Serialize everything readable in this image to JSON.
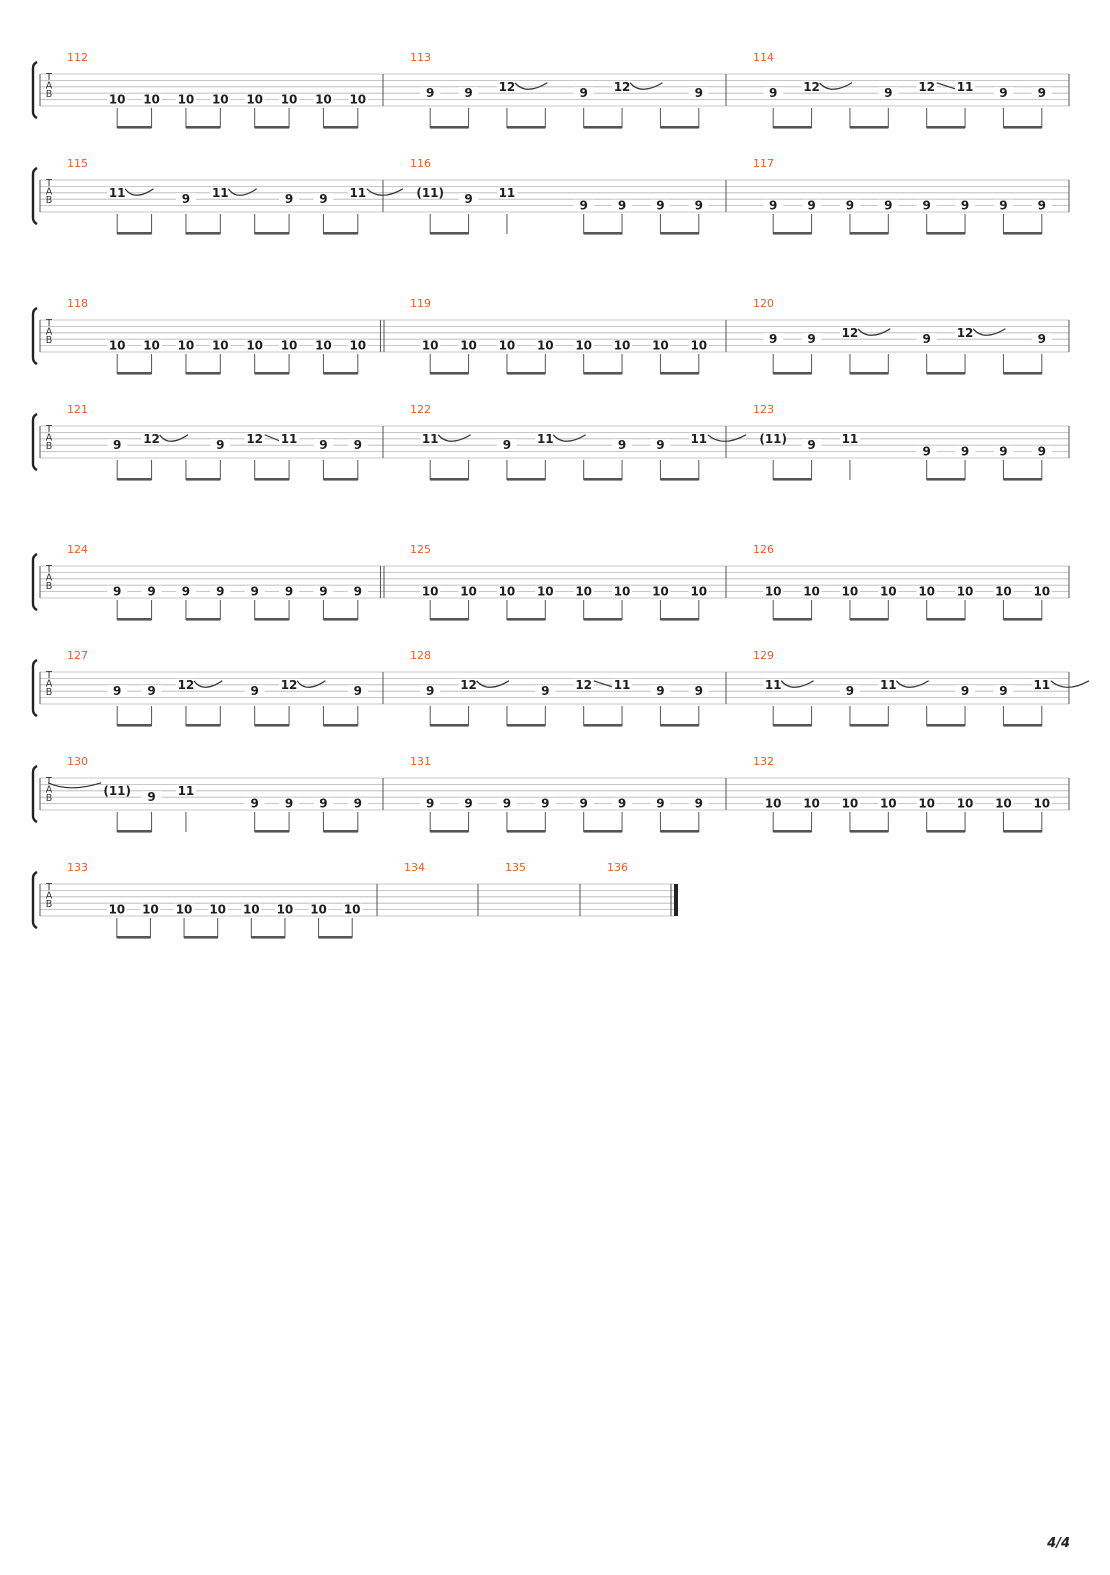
{
  "document": {
    "page_number": "4/4",
    "tab_clef": [
      "T",
      "A",
      "B"
    ]
  },
  "colors": {
    "measure_number": "#ee5a24",
    "staff_line": "#b5b5b5",
    "barline": "#555555",
    "fret_text": "#1e1e1e",
    "beam": "#555555",
    "bracket": "#222222"
  },
  "systems": [
    {
      "measures": [
        {
          "number": "112",
          "notes": [
            {
              "fret": "10",
              "string": 5
            },
            {
              "fret": "10",
              "string": 5
            },
            {
              "fret": "10",
              "string": 5
            },
            {
              "fret": "10",
              "string": 5
            },
            {
              "fret": "10",
              "string": 5
            },
            {
              "fret": "10",
              "string": 5
            },
            {
              "fret": "10",
              "string": 5
            },
            {
              "fret": "10",
              "string": 5
            }
          ]
        },
        {
          "number": "113",
          "notes": [
            {
              "fret": "9",
              "string": 4
            },
            {
              "fret": "9",
              "string": 4
            },
            {
              "fret": "12",
              "string": 3,
              "tie": true
            },
            {
              "fret": "",
              "string": 3,
              "tied_rest": true
            },
            {
              "fret": "9",
              "string": 4
            },
            {
              "fret": "12",
              "string": 3,
              "tie": true
            },
            {
              "fret": "",
              "string": 3,
              "tied_rest": true
            },
            {
              "fret": "9",
              "string": 4
            }
          ]
        },
        {
          "number": "114",
          "notes": [
            {
              "fret": "9",
              "string": 4
            },
            {
              "fret": "12",
              "string": 3,
              "tie": true
            },
            {
              "fret": "",
              "string": 3,
              "tied_rest": true
            },
            {
              "fret": "9",
              "string": 4
            },
            {
              "fret": "12",
              "string": 3,
              "slide": true
            },
            {
              "fret": "11",
              "string": 3
            },
            {
              "fret": "9",
              "string": 4
            },
            {
              "fret": "9",
              "string": 4
            }
          ]
        }
      ]
    },
    {
      "measures": [
        {
          "number": "115",
          "notes": [
            {
              "fret": "11",
              "string": 3,
              "tie": true
            },
            {
              "fret": "",
              "string": 3,
              "tied_rest": true
            },
            {
              "fret": "9",
              "string": 4
            },
            {
              "fret": "11",
              "string": 3,
              "tie": true
            },
            {
              "fret": "",
              "string": 3,
              "tied_rest": true
            },
            {
              "fret": "9",
              "string": 4
            },
            {
              "fret": "9",
              "string": 4
            },
            {
              "fret": "11",
              "string": 3,
              "tie_next": true
            }
          ]
        },
        {
          "number": "116",
          "notes": [
            {
              "fret": "(11)",
              "string": 3
            },
            {
              "fret": "9",
              "string": 4
            },
            {
              "fret": "11",
              "string": 3,
              "quarter": true
            },
            {
              "fret": "9",
              "string": 5
            },
            {
              "fret": "9",
              "string": 5
            },
            {
              "fret": "9",
              "string": 5
            },
            {
              "fret": "9",
              "string": 5
            }
          ]
        },
        {
          "number": "117",
          "notes": [
            {
              "fret": "9",
              "string": 5
            },
            {
              "fret": "9",
              "string": 5
            },
            {
              "fret": "9",
              "string": 5
            },
            {
              "fret": "9",
              "string": 5
            },
            {
              "fret": "9",
              "string": 5
            },
            {
              "fret": "9",
              "string": 5
            },
            {
              "fret": "9",
              "string": 5
            },
            {
              "fret": "9",
              "string": 5
            }
          ]
        }
      ]
    },
    {
      "measures": [
        {
          "number": "118",
          "notes": [
            {
              "fret": "10",
              "string": 5
            },
            {
              "fret": "10",
              "string": 5
            },
            {
              "fret": "10",
              "string": 5
            },
            {
              "fret": "10",
              "string": 5
            },
            {
              "fret": "10",
              "string": 5
            },
            {
              "fret": "10",
              "string": 5
            },
            {
              "fret": "10",
              "string": 5
            },
            {
              "fret": "10",
              "string": 5
            }
          ],
          "end_bar": "double"
        },
        {
          "number": "119",
          "notes": [
            {
              "fret": "10",
              "string": 5
            },
            {
              "fret": "10",
              "string": 5
            },
            {
              "fret": "10",
              "string": 5
            },
            {
              "fret": "10",
              "string": 5
            },
            {
              "fret": "10",
              "string": 5
            },
            {
              "fret": "10",
              "string": 5
            },
            {
              "fret": "10",
              "string": 5
            },
            {
              "fret": "10",
              "string": 5
            }
          ]
        },
        {
          "number": "120",
          "notes": [
            {
              "fret": "9",
              "string": 4
            },
            {
              "fret": "9",
              "string": 4
            },
            {
              "fret": "12",
              "string": 3,
              "tie": true
            },
            {
              "fret": "",
              "string": 3,
              "tied_rest": true
            },
            {
              "fret": "9",
              "string": 4
            },
            {
              "fret": "12",
              "string": 3,
              "tie": true
            },
            {
              "fret": "",
              "string": 3,
              "tied_rest": true
            },
            {
              "fret": "9",
              "string": 4
            }
          ]
        }
      ]
    },
    {
      "measures": [
        {
          "number": "121",
          "notes": [
            {
              "fret": "9",
              "string": 4
            },
            {
              "fret": "12",
              "string": 3,
              "tie": true
            },
            {
              "fret": "",
              "string": 3,
              "tied_rest": true
            },
            {
              "fret": "9",
              "string": 4
            },
            {
              "fret": "12",
              "string": 3,
              "slide": true
            },
            {
              "fret": "11",
              "string": 3
            },
            {
              "fret": "9",
              "string": 4
            },
            {
              "fret": "9",
              "string": 4
            }
          ]
        },
        {
          "number": "122",
          "notes": [
            {
              "fret": "11",
              "string": 3,
              "tie": true
            },
            {
              "fret": "",
              "string": 3,
              "tied_rest": true
            },
            {
              "fret": "9",
              "string": 4
            },
            {
              "fret": "11",
              "string": 3,
              "tie": true
            },
            {
              "fret": "",
              "string": 3,
              "tied_rest": true
            },
            {
              "fret": "9",
              "string": 4
            },
            {
              "fret": "9",
              "string": 4
            },
            {
              "fret": "11",
              "string": 3,
              "tie_next": true
            }
          ]
        },
        {
          "number": "123",
          "notes": [
            {
              "fret": "(11)",
              "string": 3
            },
            {
              "fret": "9",
              "string": 4
            },
            {
              "fret": "11",
              "string": 3,
              "quarter": true
            },
            {
              "fret": "9",
              "string": 5
            },
            {
              "fret": "9",
              "string": 5
            },
            {
              "fret": "9",
              "string": 5
            },
            {
              "fret": "9",
              "string": 5
            }
          ]
        }
      ]
    },
    {
      "measures": [
        {
          "number": "124",
          "notes": [
            {
              "fret": "9",
              "string": 5
            },
            {
              "fret": "9",
              "string": 5
            },
            {
              "fret": "9",
              "string": 5
            },
            {
              "fret": "9",
              "string": 5
            },
            {
              "fret": "9",
              "string": 5
            },
            {
              "fret": "9",
              "string": 5
            },
            {
              "fret": "9",
              "string": 5
            },
            {
              "fret": "9",
              "string": 5
            }
          ],
          "end_bar": "double"
        },
        {
          "number": "125",
          "notes": [
            {
              "fret": "10",
              "string": 5
            },
            {
              "fret": "10",
              "string": 5
            },
            {
              "fret": "10",
              "string": 5
            },
            {
              "fret": "10",
              "string": 5
            },
            {
              "fret": "10",
              "string": 5
            },
            {
              "fret": "10",
              "string": 5
            },
            {
              "fret": "10",
              "string": 5
            },
            {
              "fret": "10",
              "string": 5
            }
          ]
        },
        {
          "number": "126",
          "notes": [
            {
              "fret": "10",
              "string": 5
            },
            {
              "fret": "10",
              "string": 5
            },
            {
              "fret": "10",
              "string": 5
            },
            {
              "fret": "10",
              "string": 5
            },
            {
              "fret": "10",
              "string": 5
            },
            {
              "fret": "10",
              "string": 5
            },
            {
              "fret": "10",
              "string": 5
            },
            {
              "fret": "10",
              "string": 5
            }
          ]
        }
      ]
    },
    {
      "measures": [
        {
          "number": "127",
          "notes": [
            {
              "fret": "9",
              "string": 4
            },
            {
              "fret": "9",
              "string": 4
            },
            {
              "fret": "12",
              "string": 3,
              "tie": true
            },
            {
              "fret": "",
              "string": 3,
              "tied_rest": true
            },
            {
              "fret": "9",
              "string": 4
            },
            {
              "fret": "12",
              "string": 3,
              "tie": true
            },
            {
              "fret": "",
              "string": 3,
              "tied_rest": true
            },
            {
              "fret": "9",
              "string": 4
            }
          ]
        },
        {
          "number": "128",
          "notes": [
            {
              "fret": "9",
              "string": 4
            },
            {
              "fret": "12",
              "string": 3,
              "tie": true
            },
            {
              "fret": "",
              "string": 3,
              "tied_rest": true
            },
            {
              "fret": "9",
              "string": 4
            },
            {
              "fret": "12",
              "string": 3,
              "slide": true
            },
            {
              "fret": "11",
              "string": 3
            },
            {
              "fret": "9",
              "string": 4
            },
            {
              "fret": "9",
              "string": 4
            }
          ]
        },
        {
          "number": "129",
          "notes": [
            {
              "fret": "11",
              "string": 3,
              "tie": true
            },
            {
              "fret": "",
              "string": 3,
              "tied_rest": true
            },
            {
              "fret": "9",
              "string": 4
            },
            {
              "fret": "11",
              "string": 3,
              "tie": true
            },
            {
              "fret": "",
              "string": 3,
              "tied_rest": true
            },
            {
              "fret": "9",
              "string": 4
            },
            {
              "fret": "9",
              "string": 4
            },
            {
              "fret": "11",
              "string": 3,
              "tie_next": true
            }
          ]
        }
      ]
    },
    {
      "measures": [
        {
          "number": "130",
          "incoming_tie": true,
          "notes": [
            {
              "fret": "(11)",
              "string": 3
            },
            {
              "fret": "9",
              "string": 4
            },
            {
              "fret": "11",
              "string": 3,
              "quarter": true
            },
            {
              "fret": "9",
              "string": 5
            },
            {
              "fret": "9",
              "string": 5
            },
            {
              "fret": "9",
              "string": 5
            },
            {
              "fret": "9",
              "string": 5
            }
          ]
        },
        {
          "number": "131",
          "notes": [
            {
              "fret": "9",
              "string": 5
            },
            {
              "fret": "9",
              "string": 5
            },
            {
              "fret": "9",
              "string": 5
            },
            {
              "fret": "9",
              "string": 5
            },
            {
              "fret": "9",
              "string": 5
            },
            {
              "fret": "9",
              "string": 5
            },
            {
              "fret": "9",
              "string": 5
            },
            {
              "fret": "9",
              "string": 5
            }
          ]
        },
        {
          "number": "132",
          "notes": [
            {
              "fret": "10",
              "string": 5
            },
            {
              "fret": "10",
              "string": 5
            },
            {
              "fret": "10",
              "string": 5
            },
            {
              "fret": "10",
              "string": 5
            },
            {
              "fret": "10",
              "string": 5
            },
            {
              "fret": "10",
              "string": 5
            },
            {
              "fret": "10",
              "string": 5
            },
            {
              "fret": "10",
              "string": 5
            }
          ]
        }
      ]
    },
    {
      "partial": true,
      "measures": [
        {
          "number": "133",
          "notes": [
            {
              "fret": "10",
              "string": 5
            },
            {
              "fret": "10",
              "string": 5
            },
            {
              "fret": "10",
              "string": 5
            },
            {
              "fret": "10",
              "string": 5
            },
            {
              "fret": "10",
              "string": 5
            },
            {
              "fret": "10",
              "string": 5
            },
            {
              "fret": "10",
              "string": 5
            },
            {
              "fret": "10",
              "string": 5
            }
          ]
        },
        {
          "number": "134",
          "notes": []
        },
        {
          "number": "135",
          "notes": []
        },
        {
          "number": "136",
          "notes": [],
          "end_bar": "final"
        }
      ]
    }
  ]
}
